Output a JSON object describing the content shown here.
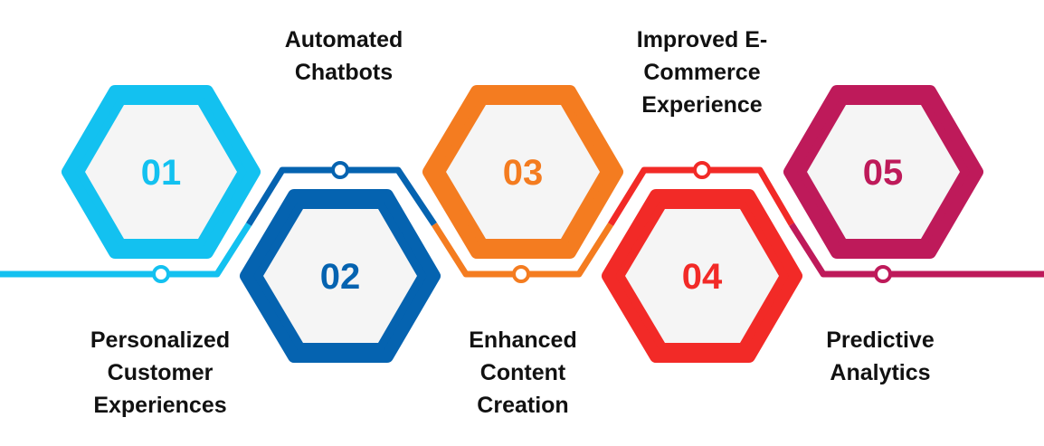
{
  "steps": [
    {
      "number": "01",
      "color": "#13C1F0",
      "label": [
        "Personalized",
        "Customer",
        "Experiences"
      ]
    },
    {
      "number": "02",
      "color": "#0563B0",
      "label": [
        "Automated",
        "Chatbots"
      ]
    },
    {
      "number": "03",
      "color": "#F47C20",
      "label": [
        "Enhanced",
        "Content",
        "Creation"
      ]
    },
    {
      "number": "04",
      "color": "#F22A27",
      "label": [
        "Improved E-",
        "Commerce",
        "Experience"
      ]
    },
    {
      "number": "05",
      "color": "#BE1A5A",
      "label": [
        "Predictive",
        "Analytics"
      ]
    }
  ],
  "colors": {
    "hex_fill": "#F5F5F5",
    "text": "#111111",
    "background": "#FFFFFF"
  }
}
